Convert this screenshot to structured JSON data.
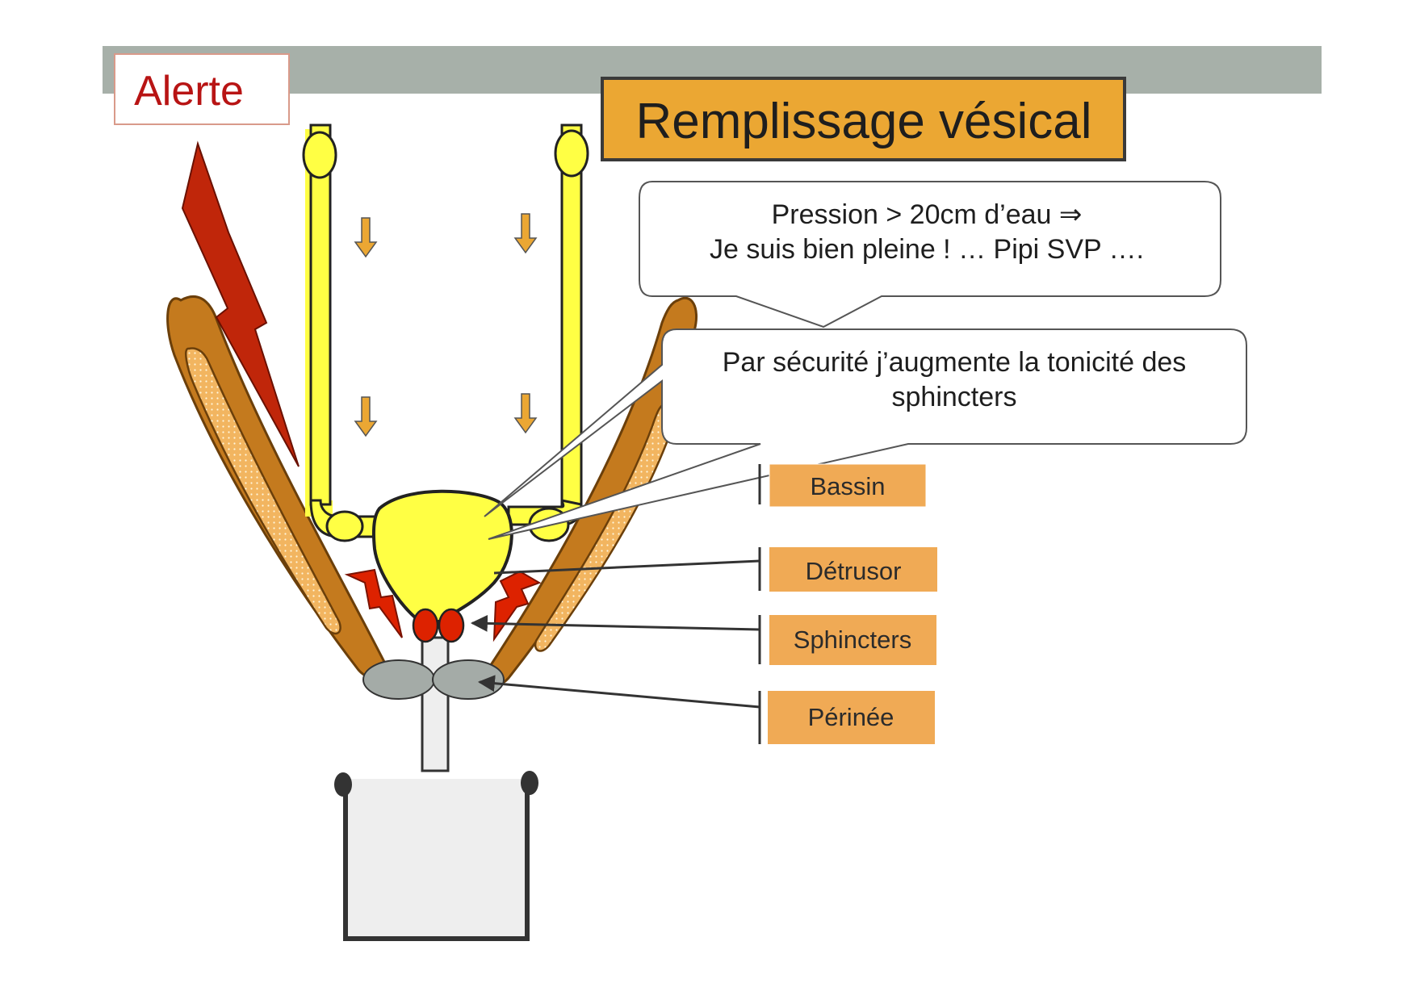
{
  "alert_label": "Alerte",
  "title": "Remplissage vésical",
  "bubble_pressure": {
    "line1": "Pression > 20cm d’eau ⇒",
    "line2": "Je suis bien pleine ! … Pipi SVP …."
  },
  "bubble_security": {
    "line1": "Par sécurité j’augmente la tonicité des",
    "line2": "sphincters"
  },
  "labels": {
    "bassin": "Bassin",
    "detrusor": "Détrusor",
    "sphincters": "Sphincters",
    "perinee": "Périnée"
  },
  "colors": {
    "header_bar": "#a7b0a9",
    "alert_text": "#b81414",
    "alert_border": "#d99a8a",
    "title_fill": "#eba733",
    "label_fill": "#f0aa55",
    "urine_yellow": "#ffff44",
    "muscle_brown": "#c47a1e",
    "muscle_inner": "#f2b560",
    "lightning_red": "#c0260a",
    "sphincter_red": "#dd2200",
    "perineum_gray": "#a4aba7",
    "arrow_orange": "#eba733",
    "pot_fill": "#eeeeee"
  },
  "icons": [
    "lightning-bolt-icon",
    "down-arrow-icon",
    "pointer-arrow-icon"
  ]
}
